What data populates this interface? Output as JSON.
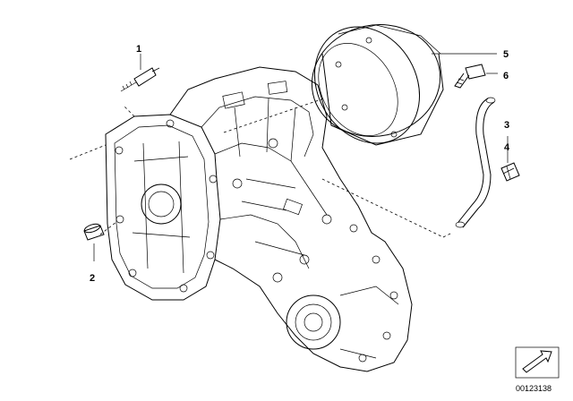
{
  "diagram": {
    "callouts": [
      {
        "id": "1",
        "label": "1"
      },
      {
        "id": "2",
        "label": "2"
      },
      {
        "id": "3",
        "label": "3"
      },
      {
        "id": "4",
        "label": "4"
      },
      {
        "id": "5",
        "label": "5"
      },
      {
        "id": "6",
        "label": "6"
      }
    ],
    "catalog_number": "00123138",
    "icons": {
      "direction_arrow": "direction-arrow-icon"
    }
  }
}
